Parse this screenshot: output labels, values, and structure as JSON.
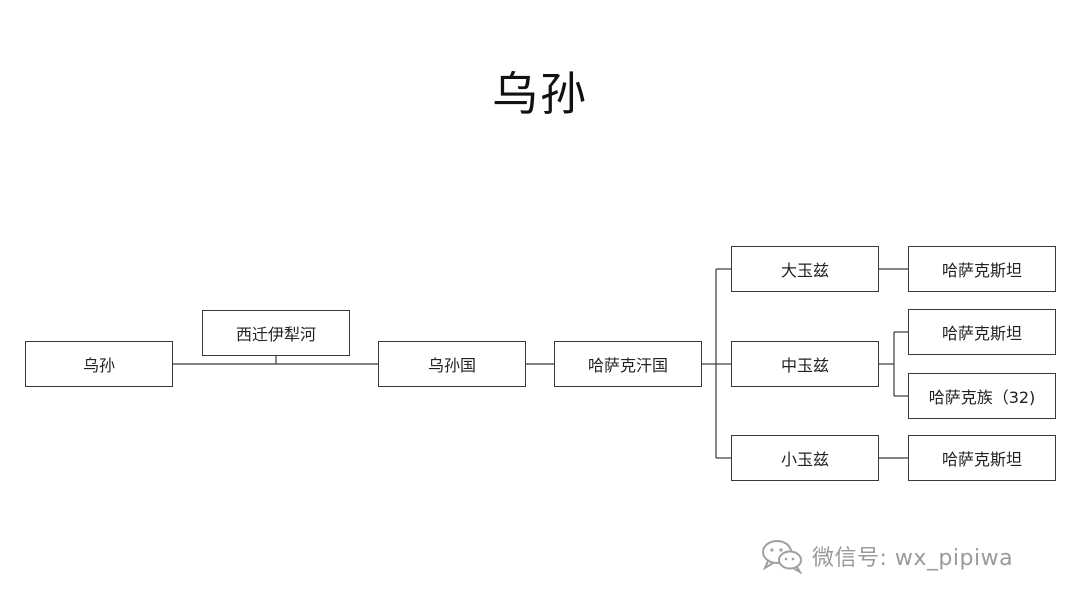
{
  "diagram": {
    "title": "乌孙",
    "nodes": {
      "wusun": "乌孙",
      "xiqian": "西迁伊犁河",
      "wusun_state": "乌孙国",
      "kazakh_khanate": "哈萨克汗国",
      "great_juz": "大玉兹",
      "middle_juz": "中玉兹",
      "little_juz": "小玉兹",
      "kz_great": "哈萨克斯坦",
      "kz_middle": "哈萨克斯坦",
      "kazakh_people": "哈萨克族（32)",
      "kz_little": "哈萨克斯坦"
    }
  },
  "watermark": {
    "icon": "wechat-icon",
    "text": "微信号: wx_pipiwa"
  }
}
